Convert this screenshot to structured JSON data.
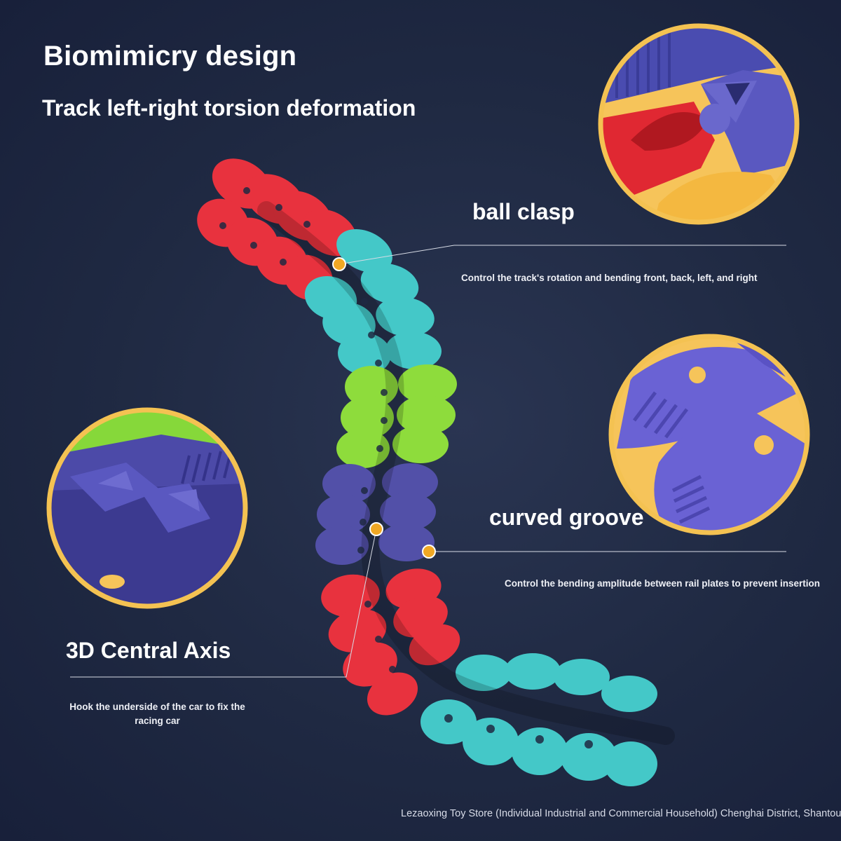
{
  "header": {
    "title": "Biomimicry design",
    "subtitle": "Track left-right torsion deformation"
  },
  "callouts": {
    "ball_clasp": {
      "label": "ball clasp",
      "description": "Control the track's rotation and bending front, back, left, and right"
    },
    "curved_groove": {
      "label": "curved groove",
      "description": "Control the bending amplitude between rail plates to prevent insertion"
    },
    "central_axis": {
      "label": "3D Central Axis",
      "description": "Hook the underside of the car to fix the racing car"
    }
  },
  "footer": {
    "store": "Lezaoxing Toy Store (Individual Industrial and Commercial Household) Chenghai District, Shantou City"
  },
  "colors": {
    "background": "#1f2942",
    "ring": "#f4c252",
    "marker": "#f0a824",
    "track_red": "#e8323e",
    "track_cyan": "#44c8c8",
    "track_green": "#8edc3c",
    "track_purple": "#5250a8"
  }
}
